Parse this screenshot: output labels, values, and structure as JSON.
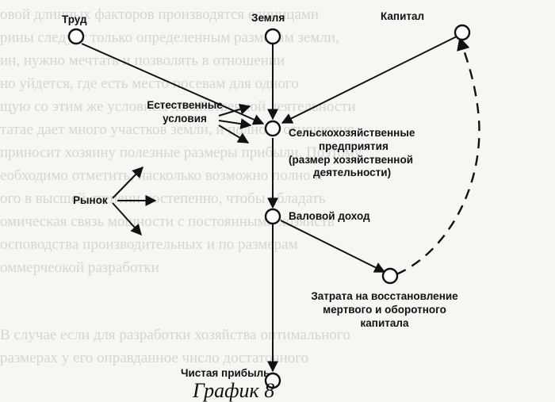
{
  "background_text": [
    "овой длинных факторов производятся единицами",
    "рины следует только определенным размерам земли,",
    "ин, нужно мечтать и позволять в отношении",
    "но уйдется, где есть место посевам для одного",
    "щую со этим же условием хозяйственной деятельности",
    "татае дает много участков земли, и полного отношения",
    "приносит хозяину полезные размеры прибыли. Поэтому",
    "еобходимо отметить, насколько возможно полно и",
    "ого в высшей степени постепенно, чтобы обладать",
    "омическая связь мощности с постоянными хозяйств",
    "осповодства производительных и по размерам",
    "оммерчеокой разработки",
    "В случае если для разработки хозяйства оптимального",
    "размерах у его оправданное число достаточного"
  ],
  "nodes": {
    "labor": "Труд",
    "land": "Земля",
    "capital": "Капитал",
    "farms": [
      "Сельскохозяйственные",
      "предприятия",
      "(размер хозяйственной",
      "деятельности)"
    ],
    "natural_conditions": [
      "Естественные",
      "условия"
    ],
    "market": "Рынок",
    "gross_income": "Валовой доход",
    "reinvestment": [
      "Затрата на восстановление",
      "мертвого и оборотного",
      "капитала"
    ],
    "net_profit": "Чистая прибыль"
  },
  "caption": "График 8",
  "colors": {
    "ink": "#111111",
    "paper": "#f7f6f3",
    "ghost_text": "#d6d5d1"
  }
}
